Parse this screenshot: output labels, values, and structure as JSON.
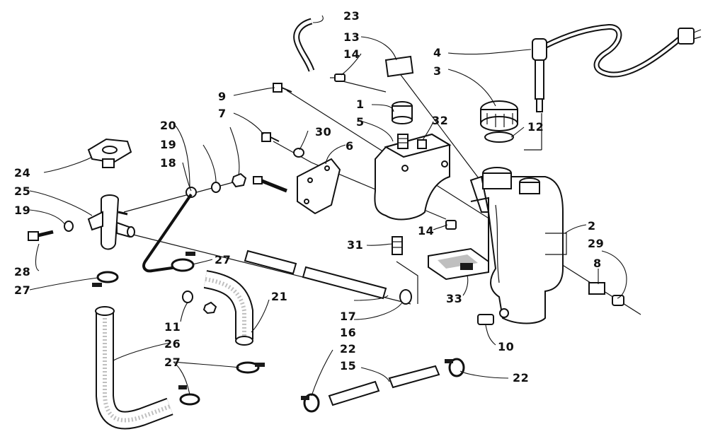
{
  "diagram": {
    "callouts": {
      "c1": "1",
      "c2": "2",
      "c3": "3",
      "c4": "4",
      "c5": "5",
      "c6": "6",
      "c7": "7",
      "c8": "8",
      "c9": "9",
      "c10": "10",
      "c11": "11",
      "c12": "12",
      "c13": "13",
      "c14a": "14",
      "c14b": "14",
      "c15": "15",
      "c16": "16",
      "c17": "17",
      "c18": "18",
      "c19a": "19",
      "c19b": "19",
      "c20": "20",
      "c21": "21",
      "c22a": "22",
      "c22b": "22",
      "c23": "23",
      "c24": "24",
      "c25": "25",
      "c26": "26",
      "c27a": "27",
      "c27b": "27",
      "c27c": "27",
      "c28": "28",
      "c29": "29",
      "c30": "30",
      "c31": "31",
      "c32": "32",
      "c33": "33"
    }
  },
  "colors": {
    "ink": "#111111",
    "paper": "#ffffff",
    "shade": "#bfbfbf"
  }
}
